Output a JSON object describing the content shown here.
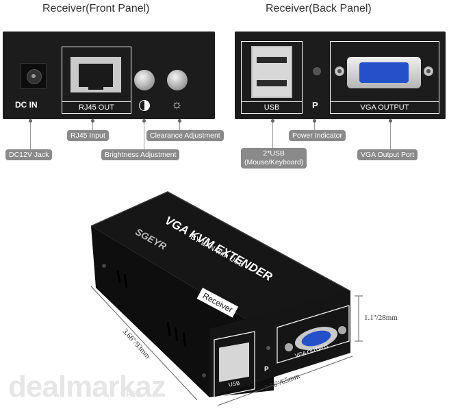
{
  "front": {
    "title": "Receiver(Front Panel)",
    "dc_in": "DC IN",
    "rj45_out": "RJ45 OUT"
  },
  "back": {
    "title": "Receiver(Back Panel)",
    "usb": "USB",
    "p": "P",
    "vga_output": "VGA OUTPUT"
  },
  "callouts": {
    "dc12v": "DC12V Jack",
    "rj45_input": "RJ45 Input",
    "brightness": "Brightness Adjustment",
    "clearance": "Clearance Adjustment",
    "usb2_line1": "2*USB",
    "usb2_line2": "(Mouse/Keyboard)",
    "power": "Power Indicator",
    "vga_port": "VGA Output Port"
  },
  "device": {
    "brand": "SGEYR",
    "name": "VGA KVM EXTENDER",
    "sub": "BY LAN with USB",
    "receiver": "Receiver",
    "usb": "USB",
    "p": "P",
    "vga_output": "VGA OUTPUT"
  },
  "dims": {
    "height": "1.1''/28mm",
    "width": "2.56''/65mm",
    "length": "3.66''/93mm"
  },
  "watermark": {
    "main": "dealmarkaz",
    "suffix": ".PK"
  }
}
